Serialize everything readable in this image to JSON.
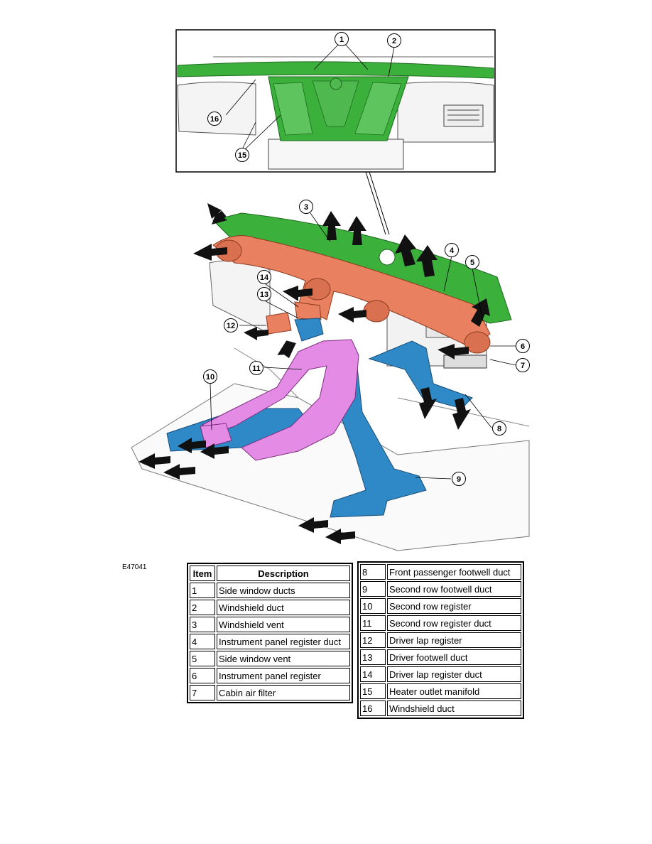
{
  "figure_code": "E47041",
  "callouts": [
    "1",
    "2",
    "3",
    "4",
    "5",
    "6",
    "7",
    "8",
    "9",
    "10",
    "11",
    "12",
    "13",
    "14",
    "15",
    "16"
  ],
  "table_headers": {
    "item": "Item",
    "description": "Description"
  },
  "legend_left": [
    {
      "item": "1",
      "description": "Side window ducts"
    },
    {
      "item": "2",
      "description": "Windshield duct"
    },
    {
      "item": "3",
      "description": "Windshield vent"
    },
    {
      "item": "4",
      "description": "Instrument panel register duct"
    },
    {
      "item": "5",
      "description": "Side window vent"
    },
    {
      "item": "6",
      "description": "Instrument panel register"
    },
    {
      "item": "7",
      "description": "Cabin air filter"
    }
  ],
  "legend_right": [
    {
      "item": "8",
      "description": "Front passenger footwell duct"
    },
    {
      "item": "9",
      "description": "Second row footwell duct"
    },
    {
      "item": "10",
      "description": "Second row register"
    },
    {
      "item": "11",
      "description": "Second row register duct"
    },
    {
      "item": "12",
      "description": "Driver lap register"
    },
    {
      "item": "13",
      "description": "Driver footwell duct"
    },
    {
      "item": "14",
      "description": "Driver lap register duct"
    },
    {
      "item": "15",
      "description": "Heater outlet manifold"
    },
    {
      "item": "16",
      "description": "Windshield duct"
    }
  ],
  "colors": {
    "windshield_green": "#3bb13b",
    "register_salmon": "#e9805f",
    "footwell_blue": "#2f89c6",
    "rear_magenta": "#e48be6",
    "line_black": "#000000"
  }
}
